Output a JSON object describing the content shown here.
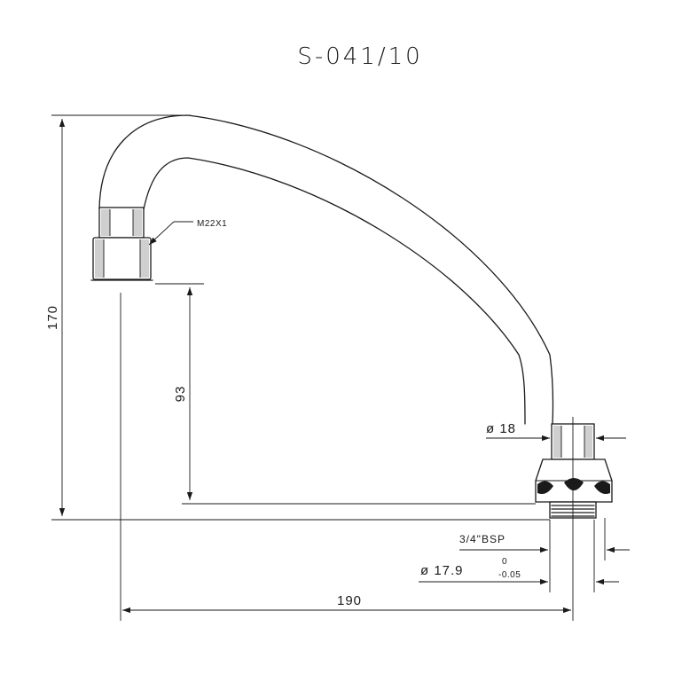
{
  "title": "S-041/10",
  "labels": {
    "thread_inlet": "M22X1",
    "height_total": "170",
    "height_outlet": "93",
    "width_total": "190",
    "diameter_pipe": "ø 18",
    "thread_outlet": "3/4\"BSP",
    "diameter_outlet": "ø 17.9",
    "tol_upper": "0",
    "tol_lower": "-0.05"
  },
  "colors": {
    "line": "#1a1a1a",
    "shading": "#cfcfcf",
    "background": "#ffffff"
  }
}
